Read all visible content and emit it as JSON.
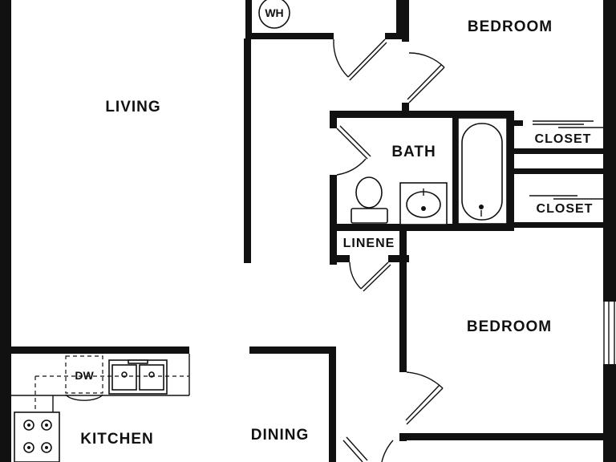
{
  "rooms": {
    "living": "LIVING",
    "bedroom_top": "BEDROOM",
    "bath": "BATH",
    "closet_1": "CLOSET",
    "closet_2": "CLOSET",
    "linen": "LINENE",
    "bedroom_bottom": "BEDROOM",
    "kitchen": "KITCHEN",
    "dining": "DINING"
  },
  "fixtures": {
    "water_heater": "WH",
    "dishwasher": "DW"
  }
}
